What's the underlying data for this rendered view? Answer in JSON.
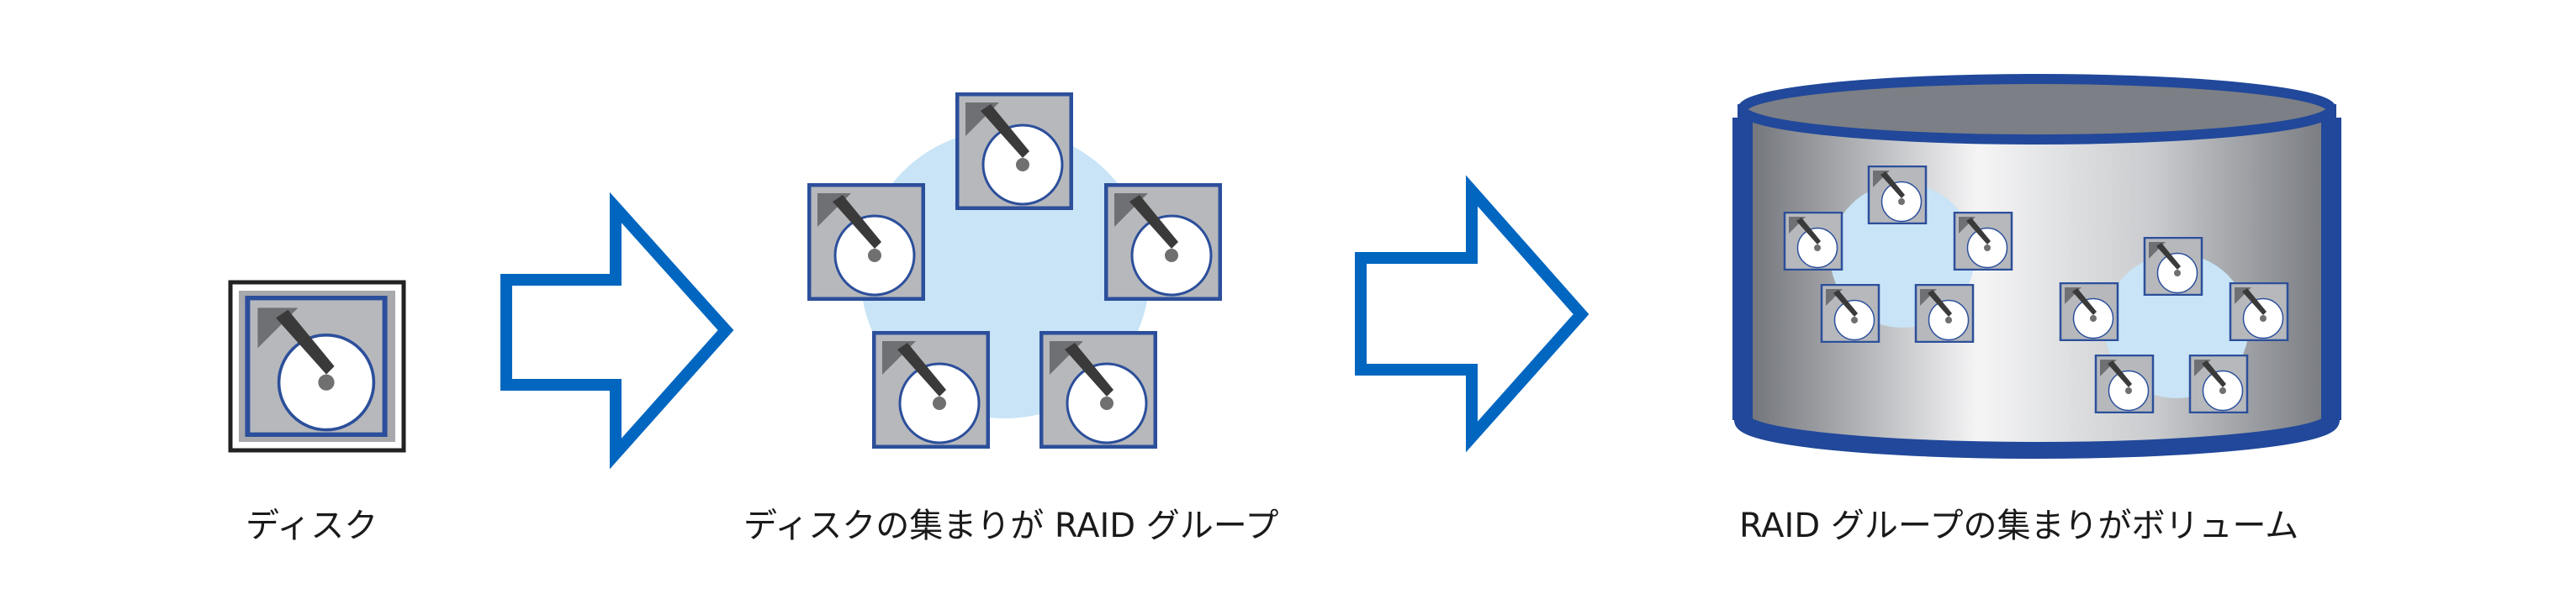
{
  "labels": {
    "disk": "ディスク",
    "raid_group": "ディスクの集まりが RAID グループ",
    "volume": "RAID グループの集まりがボリューム"
  },
  "icons": {
    "disk": "hard-disk-icon",
    "arrow": "right-arrow-icon",
    "volume": "cylinder-volume-icon"
  },
  "colors": {
    "arrow_blue": "#0066c0",
    "disk_border": "#2c4f9b",
    "disk_body": "#b6b8bc",
    "raid_bubble": "#c8e4f6",
    "volume_rim": "#21489a",
    "volume_body": "#9a9da3"
  },
  "counts": {
    "raid_group_disks": 5,
    "volume_raid_groups": 2
  }
}
